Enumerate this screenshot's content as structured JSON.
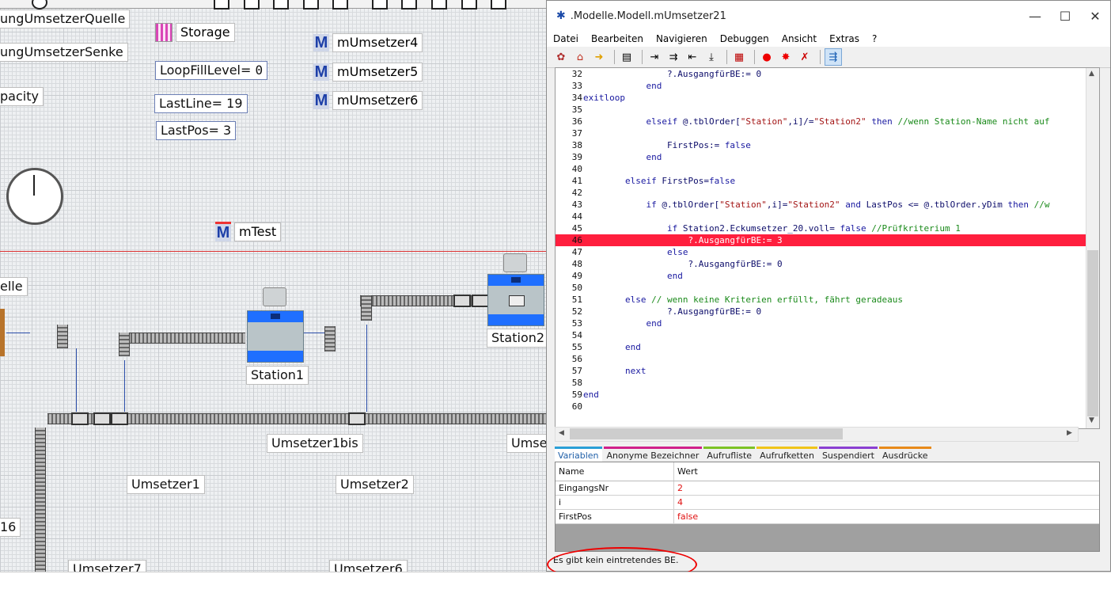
{
  "canvas": {
    "labels": {
      "quelle": "ungUmsetzerQuelle",
      "senke": "ungUmsetzerSenke",
      "capacity": "pacity",
      "storage": "Storage",
      "loopfill": "LoopFillLevel=",
      "loopfill_val": "0",
      "lastline": "LastLine=",
      "lastline_val": "19",
      "lastpos": "LastPos=",
      "lastpos_val": "3",
      "m4": "mUmsetzer4",
      "m5": "mUmsetzer5",
      "m6": "mUmsetzer6",
      "mtest": "mTest",
      "m_letter": "M",
      "elle": "elle",
      "station1": "Station1",
      "station2": "Station2",
      "umsetzer1bis": "Umsetzer1bis",
      "umsetzer1": "Umsetzer1",
      "umsetzer2": "Umsetzer2",
      "umsetzer6": "Umsetzer6",
      "umsetzer7": "Umsetzer7",
      "umse": "Umse",
      "sixteen": "16"
    }
  },
  "window": {
    "title": ".Modelle.Modell.mUmsetzer21",
    "controls": {
      "minimize": "—",
      "maximize": "☐",
      "close": "✕"
    },
    "menu": [
      "Datei",
      "Bearbeiten",
      "Navigieren",
      "Debuggen",
      "Ansicht",
      "Extras",
      "?"
    ],
    "toolbar_icons": [
      "debug-icon",
      "home-icon",
      "arrow-right-icon",
      "window-icon",
      "step-into-icon",
      "step-over-icon",
      "step-out-icon",
      "step-end-icon",
      "breakpoints-icon",
      "breakpoint-icon",
      "stop-icon",
      "clear-icon",
      "run-icon"
    ],
    "code_lines": [
      {
        "n": "32",
        "text": "                ?.AusgangfürBE:= 0"
      },
      {
        "n": "33",
        "text": "            end"
      },
      {
        "n": "34",
        "text": "exitloop"
      },
      {
        "n": "35",
        "text": ""
      },
      {
        "n": "36",
        "text": "            elseif @.tblOrder[\"Station\",i]/=\"Station2\" then //wenn Station-Name nicht auf"
      },
      {
        "n": "37",
        "text": ""
      },
      {
        "n": "38",
        "text": "                FirstPos:= false"
      },
      {
        "n": "39",
        "text": "            end"
      },
      {
        "n": "40",
        "text": ""
      },
      {
        "n": "41",
        "text": "        elseif FirstPos=false"
      },
      {
        "n": "42",
        "text": ""
      },
      {
        "n": "43",
        "text": "            if @.tblOrder[\"Station\",i]=\"Station2\" and LastPos <= @.tblOrder.yDim then //w"
      },
      {
        "n": "44",
        "text": ""
      },
      {
        "n": "45",
        "text": "                if Station2.Eckumsetzer_20.voll= false //Prüfkriterium 1"
      },
      {
        "n": "46",
        "text": "                    ?.AusgangfürBE:= 3"
      },
      {
        "n": "47",
        "text": "                else"
      },
      {
        "n": "48",
        "text": "                    ?.AusgangfürBE:= 0"
      },
      {
        "n": "49",
        "text": "                end"
      },
      {
        "n": "50",
        "text": ""
      },
      {
        "n": "51",
        "text": "        else // wenn keine Kriterien erfüllt, fährt geradeaus"
      },
      {
        "n": "52",
        "text": "                ?.AusgangfürBE:= 0"
      },
      {
        "n": "53",
        "text": "            end"
      },
      {
        "n": "54",
        "text": ""
      },
      {
        "n": "55",
        "text": "        end"
      },
      {
        "n": "56",
        "text": ""
      },
      {
        "n": "57",
        "text": "        next"
      },
      {
        "n": "58",
        "text": ""
      },
      {
        "n": "59",
        "text": "end"
      },
      {
        "n": "60",
        "text": ""
      }
    ],
    "highlight_line": "46",
    "tabs": [
      {
        "label": "Variablen",
        "color": "#2a9fd6"
      },
      {
        "label": "Anonyme Bezeichner",
        "color": "#d0208a"
      },
      {
        "label": "Aufrufliste",
        "color": "#7cc225"
      },
      {
        "label": "Aufrufketten",
        "color": "#f0c419"
      },
      {
        "label": "Suspendiert",
        "color": "#8a3fd1"
      },
      {
        "label": "Ausdrücke",
        "color": "#e88a1a"
      }
    ],
    "var_header": {
      "name": "Name",
      "value": "Wert"
    },
    "variables": [
      {
        "name": "EingangsNr",
        "value": "2"
      },
      {
        "name": "i",
        "value": "4"
      },
      {
        "name": "FirstPos",
        "value": "false"
      }
    ],
    "status": "Es gibt kein eintretendes BE."
  }
}
